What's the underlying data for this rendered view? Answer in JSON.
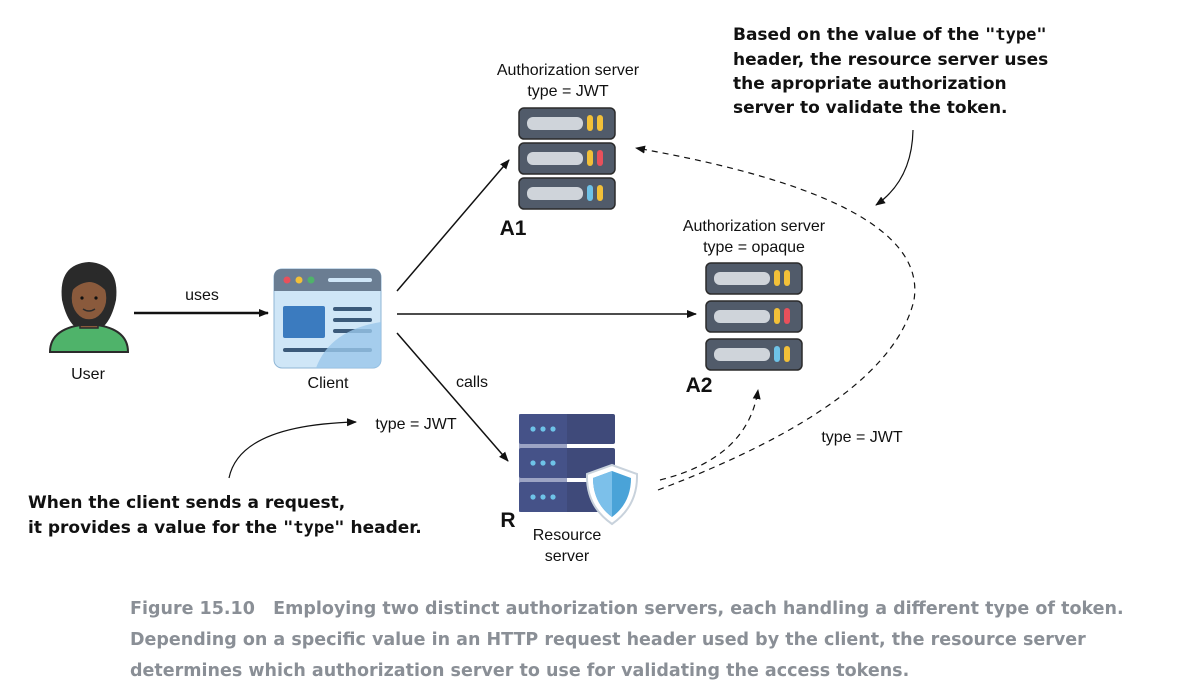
{
  "nodes": {
    "user": {
      "label": "User"
    },
    "client": {
      "label": "Client"
    },
    "a1": {
      "title": "Authorization server",
      "type": "type = JWT",
      "tag": "A1"
    },
    "a2": {
      "title": "Authorization server",
      "type": "type = opaque",
      "tag": "A2"
    },
    "resource": {
      "tag": "R",
      "line1": "Resource",
      "line2": "server"
    }
  },
  "edges": {
    "uses": "uses",
    "calls": "calls",
    "client_header": "type = JWT",
    "resource_header": "type = JWT"
  },
  "notes": {
    "top": {
      "l1_pre": "Based on the value of the ",
      "l1_code": "\"type\"",
      "l2": "header, the resource server uses",
      "l3": "the apropriate authorization",
      "l4": "server to validate the token."
    },
    "bottom": {
      "l1": "When the client sends a request,",
      "l2_pre": "it provides a value for the ",
      "l2_code": "\"type\"",
      "l2_post": " header."
    }
  },
  "caption": {
    "line1": "Figure 15.10   Employing two distinct authorization servers, each handling a different type of token.",
    "line2": "Depending on a specific value in an HTTP request header used by the client, the resource server",
    "line3": "determines which authorization server to use for validating the access tokens."
  },
  "colors": {
    "server_body": "#515b6a",
    "server_slot": "#cfd4da",
    "led_yellow": "#f2c038",
    "led_red": "#e8505b",
    "led_blue": "#6ec3e8",
    "shield": "#4aa3d8",
    "client_window": "#cfe6f7",
    "client_titlebar": "#6a7d92",
    "resource_server": "#3f4a7a",
    "user_shirt": "#4fb36a",
    "caption": "#8a8f96"
  }
}
